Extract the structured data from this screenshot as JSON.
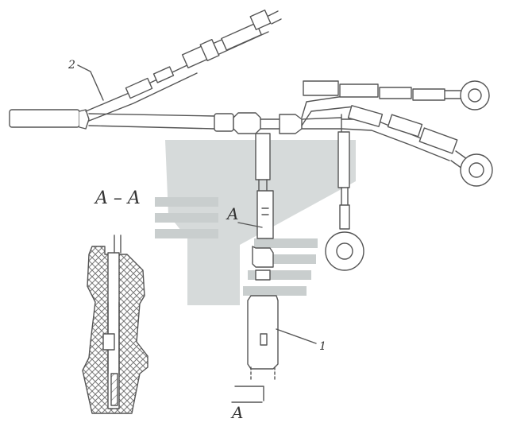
{
  "drawing": {
    "callout_1": "1",
    "callout_2": "2",
    "section_title": "A – A",
    "section_mark_side": "A",
    "section_mark_bottom": "A"
  },
  "colors": {
    "line": "#555555",
    "hatch": "#777777",
    "watermark": "#cfd4d4"
  }
}
